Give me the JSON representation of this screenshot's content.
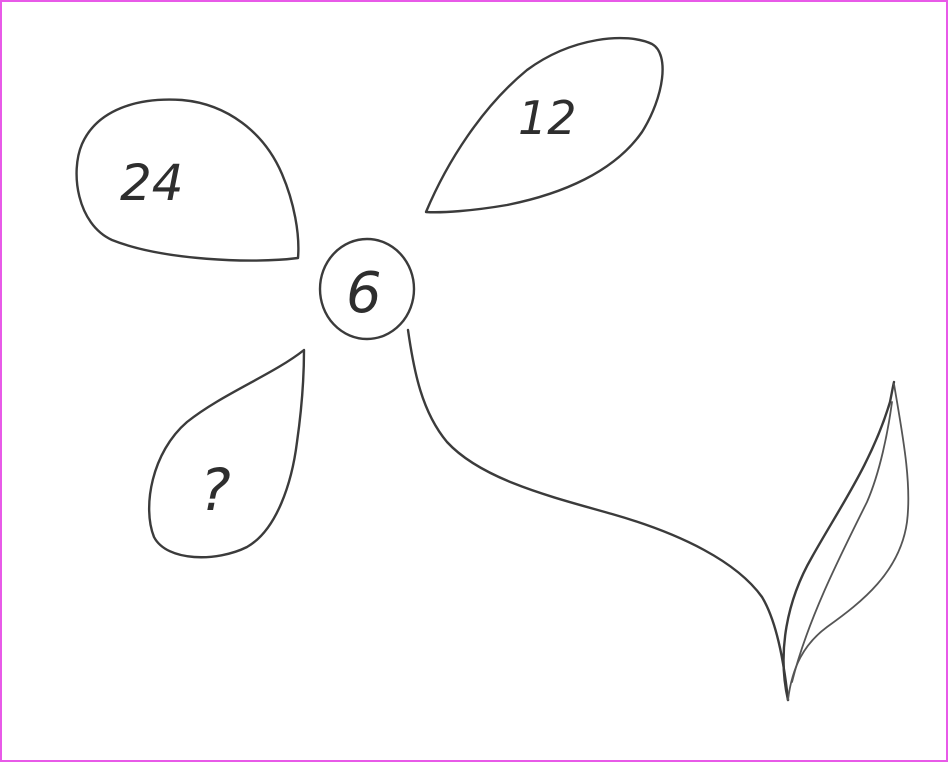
{
  "flower": {
    "center_value": "6",
    "petals": [
      {
        "id": "top-left",
        "label": "24"
      },
      {
        "id": "top-right",
        "label": "12"
      },
      {
        "id": "bottom-left",
        "label": "?"
      }
    ]
  },
  "colors": {
    "border": "#e85ae8",
    "pencil": "#3b3b3b",
    "background": "#ffffff"
  }
}
